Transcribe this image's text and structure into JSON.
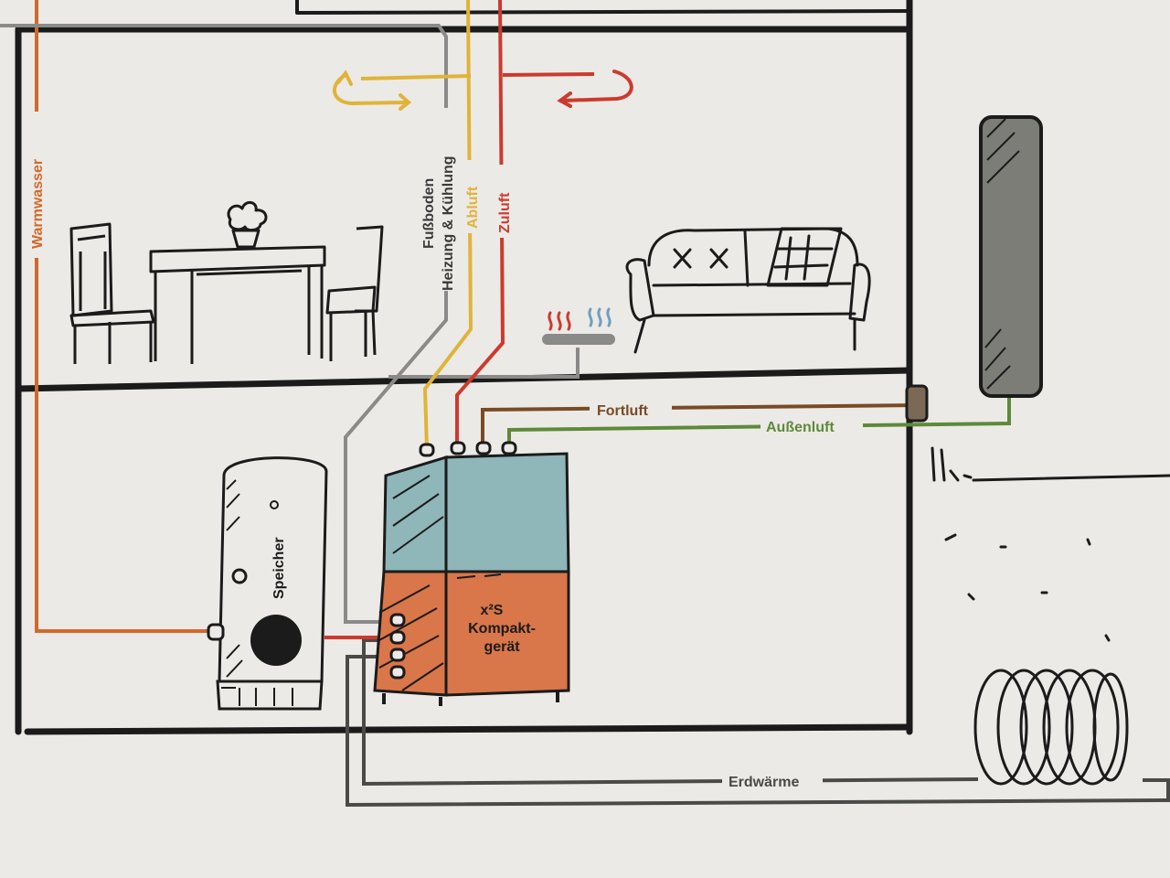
{
  "labels": {
    "warmwasser": "Warmwasser",
    "fussboden_line1": "Fußboden",
    "fussboden_line2": "Heizung & Kühlung",
    "abluft": "Abluft",
    "zuluft": "Zuluft",
    "fortluft": "Fortluft",
    "aussenluft": "Außenluft",
    "erdwaerme": "Erdwärme",
    "speicher": "Speicher",
    "unit_line1": "x²S",
    "unit_line2": "Kompakt-",
    "unit_line3": "gerät"
  },
  "colors": {
    "warmwasser": "#d2692a",
    "abluft": "#e0b33a",
    "zuluft": "#cc3a2e",
    "fussboden": "#8a8a88",
    "fortluft": "#7a4a25",
    "aussenluft": "#5d8a3a",
    "erdwaerme": "#4a4a48",
    "unit_top": "#8fb6b8",
    "unit_bottom": "#d9764a",
    "outdoor_unit": "#7d7d78",
    "outline": "#1b1b1b"
  },
  "icons": [
    "flower-pot-icon",
    "heat-wave-icon",
    "cool-wave-icon",
    "fan-grille-icon"
  ]
}
